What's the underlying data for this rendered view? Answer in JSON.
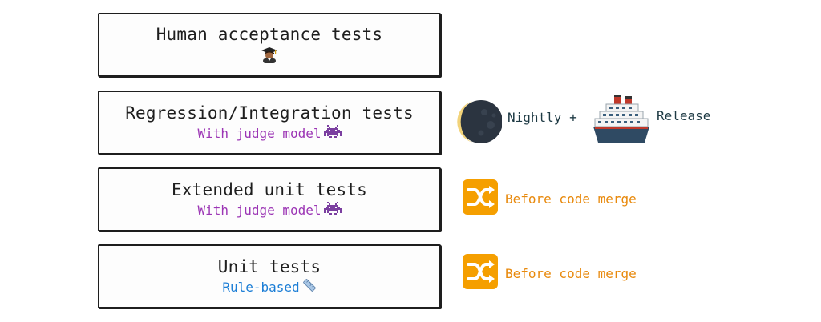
{
  "layers": [
    {
      "title": "Human acceptance tests",
      "subtitle": ""
    },
    {
      "title": "Regression/Integration tests",
      "subtitle": "With judge model"
    },
    {
      "title": "Extended unit tests",
      "subtitle": "With judge model"
    },
    {
      "title": "Unit tests",
      "subtitle": "Rule-based"
    }
  ],
  "annotations": {
    "nightly": "Nightly +",
    "release": "Release",
    "merge_1": "Before code merge",
    "merge_2": "Before code merge"
  },
  "icons": {
    "student": "graduate-student-icon",
    "alien": "alien-monster-icon",
    "ruler": "ruler-icon",
    "moon": "crescent-moon-icon",
    "ship": "cruise-ship-icon",
    "shuffle": "shuffle-icon"
  },
  "colors": {
    "judge_text": "#9c36b5",
    "rule_text": "#1c7ed6",
    "merge_text": "#e8890c",
    "shuffle_bg": "#f59f00"
  }
}
